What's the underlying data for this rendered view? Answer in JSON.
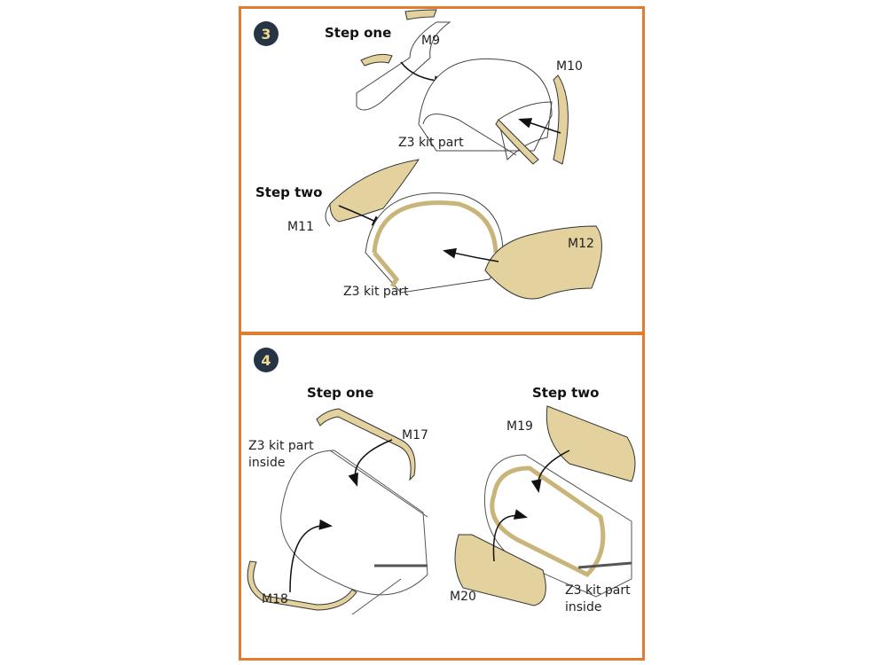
{
  "colors": {
    "border": "#e07b2f",
    "part_fill": "#e3d29e",
    "badge_bg": "#263545",
    "badge_text": "#f0d890"
  },
  "panel3": {
    "number": "3",
    "step_one": "Step one",
    "step_two": "Step two",
    "labels": {
      "m9": "M9",
      "m10": "M10",
      "z3_a": "Z3 kit part",
      "m11": "M11",
      "m12": "M12",
      "z3_b": "Z3 kit part"
    }
  },
  "panel4": {
    "number": "4",
    "step_one": "Step one",
    "step_two": "Step two",
    "labels": {
      "z3_inside_1": "Z3 kit part",
      "z3_inside_1b": "inside",
      "m17": "M17",
      "m18": "M18",
      "m19": "M19",
      "m20": "M20",
      "z3_inside_2": "Z3 kit part",
      "z3_inside_2b": "inside"
    }
  }
}
